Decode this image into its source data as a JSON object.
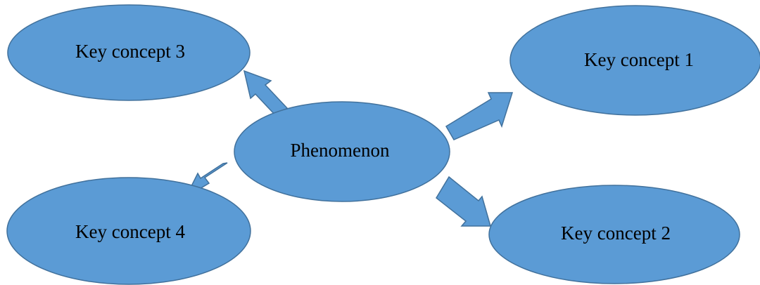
{
  "diagram": {
    "colors": {
      "node_fill": "#5b9bd5",
      "node_stroke": "#41719c",
      "text": "#000000"
    },
    "center": {
      "label": "Phenomenon"
    },
    "concepts": [
      {
        "label": "Key concept 1"
      },
      {
        "label": "Key concept 2"
      },
      {
        "label": "Key concept 3"
      },
      {
        "label": "Key concept 4"
      }
    ]
  }
}
